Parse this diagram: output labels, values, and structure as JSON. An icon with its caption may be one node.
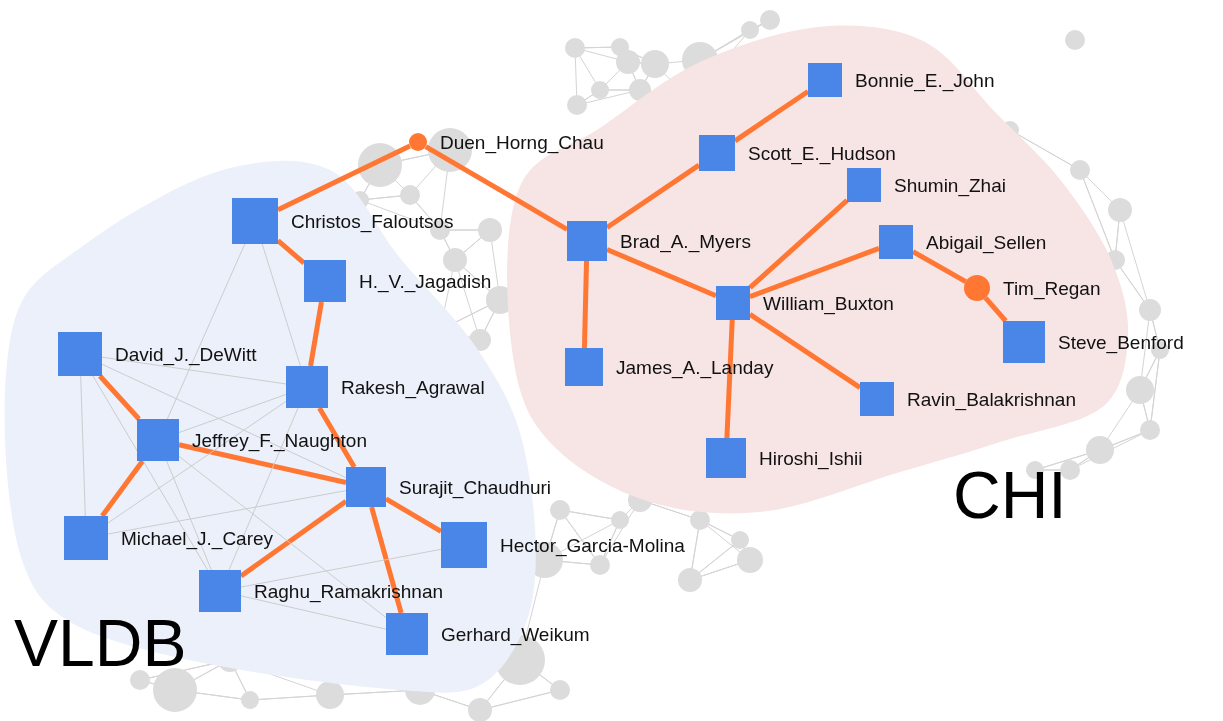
{
  "diagram": {
    "nodes": [
      {
        "text": [
          "Duen_Horng_Chau"
        ]
      },
      {
        "text": [
          "VLDB"
        ]
      },
      {
        "text": [
          "Christos_Faloutsos"
        ],
        "in": 1
      },
      {
        "text": [
          "H._V._Jagadish"
        ],
        "in": 1
      },
      {
        "text": [
          "David_J._DeWitt"
        ],
        "in": 1
      },
      {
        "text": [
          "Rakesh_Agrawal"
        ],
        "in": 1
      },
      {
        "text": [
          "Jeffrey_F._Naughton"
        ],
        "in": 1
      },
      {
        "text": [
          "Surajit_Chaudhuri"
        ],
        "in": 1
      },
      {
        "text": [
          "Michael_J._Carey"
        ],
        "in": 1
      },
      {
        "text": [
          "Hector_Garcia-Molina"
        ],
        "in": 1
      },
      {
        "text": [
          "Raghu_Ramakrishnan"
        ],
        "in": 1
      },
      {
        "text": [
          "Gerhard_Weikum"
        ],
        "in": 1
      },
      {
        "text": [
          "CHI"
        ]
      },
      {
        "text": [
          "Bonnie_E._John"
        ],
        "in": 12
      },
      {
        "text": [
          "Scott_E._Hudson"
        ],
        "in": 12
      },
      {
        "text": [
          "Shumin_Zhai"
        ],
        "in": 12
      },
      {
        "text": [
          "Brad_A._Myers"
        ],
        "in": 12
      },
      {
        "text": [
          "Abigail_Sellen"
        ],
        "in": 12
      },
      {
        "text": [
          "William_Buxton"
        ],
        "in": 12
      },
      {
        "text": [
          "Tim_Regan"
        ],
        "in": 12
      },
      {
        "text": [
          "Steve_Benford"
        ],
        "in": 12
      },
      {
        "text": [
          "James_A._Landay"
        ],
        "in": 12
      },
      {
        "text": [
          "Ravin_Balakrishnan"
        ],
        "in": 12
      },
      {
        "text": [
          "Hiroshi_Ishii"
        ],
        "in": 12
      }
    ],
    "edges": [
      {
        "from": 0,
        "to": 2,
        "arrow": "none"
      },
      {
        "from": 0,
        "to": 16,
        "arrow": "none"
      },
      {
        "from": 2,
        "to": 3,
        "arrow": "none"
      },
      {
        "from": 3,
        "to": 5,
        "arrow": "none"
      },
      {
        "from": 5,
        "to": 7,
        "arrow": "none"
      },
      {
        "from": 4,
        "to": 6,
        "arrow": "none"
      },
      {
        "from": 6,
        "to": 7,
        "arrow": "none"
      },
      {
        "from": 6,
        "to": 8,
        "arrow": "none"
      },
      {
        "from": 7,
        "to": 9,
        "arrow": "none"
      },
      {
        "from": 7,
        "to": 10,
        "arrow": "none"
      },
      {
        "from": 7,
        "to": 11,
        "arrow": "none"
      },
      {
        "from": 16,
        "to": 14,
        "arrow": "none"
      },
      {
        "from": 14,
        "to": 13,
        "arrow": "none"
      },
      {
        "from": 16,
        "to": 21,
        "arrow": "none"
      },
      {
        "from": 16,
        "to": 18,
        "arrow": "none"
      },
      {
        "from": 18,
        "to": 15,
        "arrow": "none"
      },
      {
        "from": 18,
        "to": 17,
        "arrow": "none"
      },
      {
        "from": 17,
        "to": 19,
        "arrow": "none"
      },
      {
        "from": 19,
        "to": 20,
        "arrow": "none"
      },
      {
        "from": 18,
        "to": 22,
        "arrow": "none"
      },
      {
        "from": 18,
        "to": 23,
        "arrow": "none"
      },
      {
        "from": 2,
        "to": 6,
        "arrow": "none",
        "color": "#cccccc"
      },
      {
        "from": 2,
        "to": 5,
        "arrow": "none",
        "color": "#cccccc"
      },
      {
        "from": 4,
        "to": 8,
        "arrow": "none",
        "color": "#cccccc"
      },
      {
        "from": 4,
        "to": 5,
        "arrow": "none",
        "color": "#cccccc"
      },
      {
        "from": 4,
        "to": 7,
        "arrow": "none",
        "color": "#cccccc"
      },
      {
        "from": 4,
        "to": 10,
        "arrow": "none",
        "color": "#cccccc"
      },
      {
        "from": 6,
        "to": 5,
        "arrow": "none",
        "color": "#cccccc"
      },
      {
        "from": 6,
        "to": 10,
        "arrow": "none",
        "color": "#cccccc"
      },
      {
        "from": 6,
        "to": 11,
        "arrow": "none",
        "color": "#cccccc"
      },
      {
        "from": 8,
        "to": 5,
        "arrow": "none",
        "color": "#cccccc"
      },
      {
        "from": 8,
        "to": 7,
        "arrow": "none",
        "color": "#cccccc"
      },
      {
        "from": 10,
        "to": 5,
        "arrow": "none",
        "color": "#cccccc"
      },
      {
        "from": 10,
        "to": 9,
        "arrow": "none",
        "color": "#cccccc"
      },
      {
        "from": 10,
        "to": 11,
        "arrow": "none",
        "color": "#cccccc"
      }
    ]
  }
}
